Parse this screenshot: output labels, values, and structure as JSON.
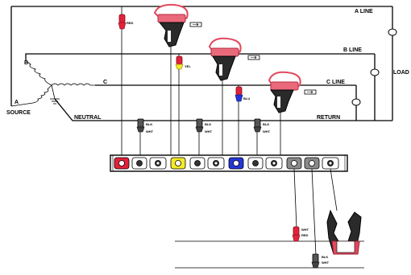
{
  "labels": {
    "a_line": "A LINE",
    "b_line": "B LINE",
    "c_line": "C LINE",
    "load": "LOAD",
    "neutral": "NEUTRAL",
    "return": "RETURN",
    "source": "SOURCE",
    "phase_b": "B",
    "phase_c": "C",
    "phase_a": "A"
  },
  "probe_tags": {
    "red": "RED",
    "yellow": "YEL",
    "blue": "BLU",
    "black": "BLK",
    "white": "WHT"
  },
  "colors": {
    "red": "#e3223a",
    "yellow": "#f4ea2a",
    "blue": "#2536d8",
    "clamp": "#e2495d",
    "terminal_gray": "#8a8a8a"
  }
}
